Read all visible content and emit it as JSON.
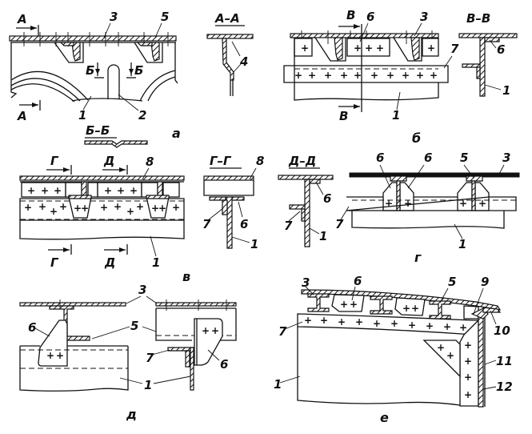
{
  "figure": {
    "panels": [
      {
        "id": "a",
        "label": "а"
      },
      {
        "id": "b",
        "label": "б"
      },
      {
        "id": "v",
        "label": "в"
      },
      {
        "id": "g",
        "label": "г"
      },
      {
        "id": "d",
        "label": "д"
      },
      {
        "id": "e",
        "label": "е"
      }
    ],
    "section_titles": {
      "AA": "А–А",
      "BB": "Б–Б",
      "VV": "В–В",
      "GG": "Г–Г",
      "DD": "Д–Д"
    },
    "section_markers": {
      "A": "А",
      "B": "Б",
      "V": "В",
      "G": "Г",
      "D": "Д"
    },
    "part_numbers": {
      "n1": "1",
      "n2": "2",
      "n3": "3",
      "n4": "4",
      "n5": "5",
      "n6": "6",
      "n7": "7",
      "n8": "8",
      "n9": "9",
      "n10": "10",
      "n11": "11",
      "n12": "12"
    },
    "crosses": "+"
  }
}
